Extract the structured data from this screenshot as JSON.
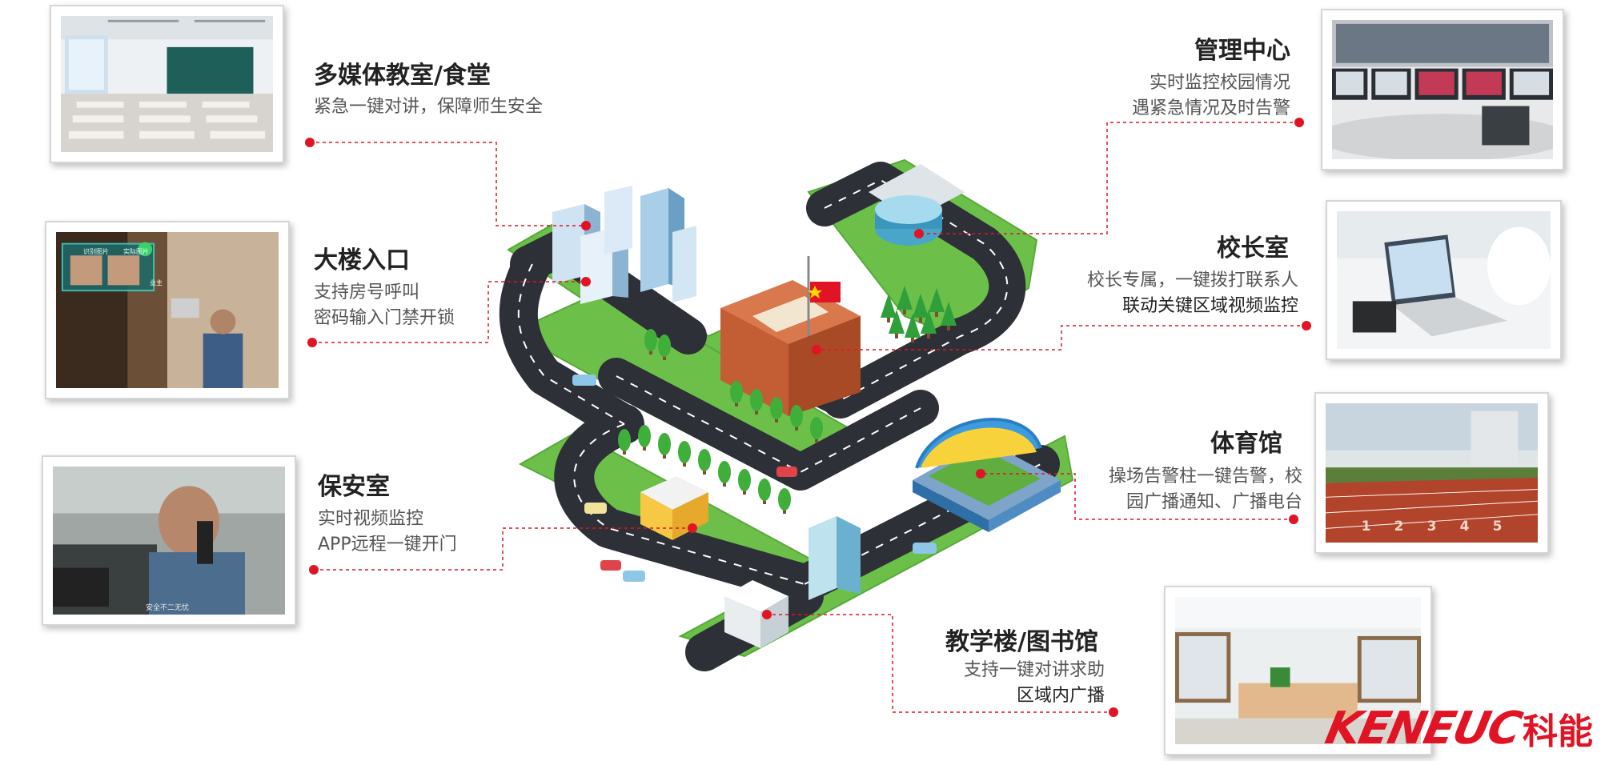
{
  "areas": {
    "classroom": {
      "title": "多媒体教室/食堂",
      "lines": [
        "紧急一键对讲，保障师生安全"
      ]
    },
    "entrance": {
      "title": "大楼入口",
      "lines": [
        "支持房号呼叫",
        "密码输入门禁开锁"
      ]
    },
    "security": {
      "title": "保安室",
      "lines": [
        "实时视频监控",
        "APP远程一键开门"
      ]
    },
    "management": {
      "title": "管理中心",
      "lines": [
        "实时监控校园情况",
        "遇紧急情况及时告警"
      ]
    },
    "principal": {
      "title": "校长室",
      "lines": [
        "校长专属，一键拨打联系人",
        "联动关键区域视频监控"
      ]
    },
    "gym": {
      "title": "体育馆",
      "lines": [
        "操场告警柱一键告警，校",
        "园广播通知、广播电台"
      ]
    },
    "library": {
      "title": "教学楼/图书馆",
      "lines": [
        "支持一键对讲求助",
        "区域内广播"
      ]
    }
  },
  "photos": {
    "entrance_overlay": {
      "left_label": "识别图片",
      "right_label": "实际图片",
      "tag": "业主"
    },
    "security_caption": "安全不二无忧",
    "track_numbers": [
      "1",
      "2",
      "3",
      "4",
      "5"
    ]
  },
  "brand": {
    "latin": "KENEUC",
    "chinese": "科能"
  },
  "colors": {
    "accent": "#e01424",
    "road": "#2e3038",
    "grass": "#6cc04a",
    "tree": "#3fae3a"
  }
}
